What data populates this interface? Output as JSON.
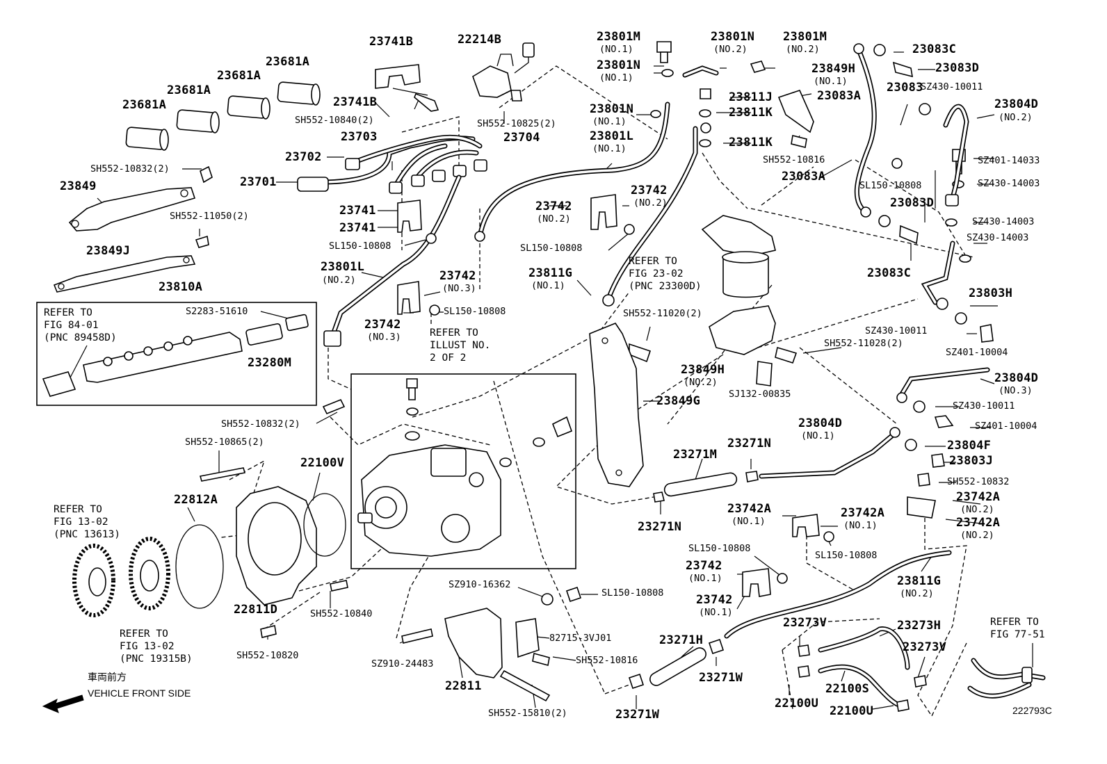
{
  "labels": {
    "p23681a_1": "23681A",
    "p23681a_2": "23681A",
    "p23681a_3": "23681A",
    "p23681a_4": "23681A",
    "p23741b_1": "23741B",
    "p23741b_2": "23741B",
    "p22214b": "22214B",
    "sh552_10840_2": "SH552-10840(2)",
    "sh552_10825_2": "SH552-10825(2)",
    "p23703": "23703",
    "p23704": "23704",
    "p23702": "23702",
    "p23701": "23701",
    "sh552_10832_2a": "SH552-10832(2)",
    "p23849": "23849",
    "sh552_11050_2": "SH552-11050(2)",
    "p23741_1": "23741",
    "p23741_2": "23741",
    "sl150_10808_a": "SL150-10808",
    "p23849j": "23849J",
    "p23810a": "23810A",
    "p23801l_no2": "23801L",
    "no2_a": "(NO.2)",
    "p23742_no3_a": "23742",
    "no3_a": "(NO.3)",
    "p23742_no3_b": "23742",
    "no3_b": "(NO.3)",
    "sl150_10808_b": "SL150-10808",
    "s2283_51610": "S2283-51610",
    "p23280m": "23280M",
    "p23801m_no1": "23801M",
    "no1_a": "(NO.1)",
    "p23801n_no2": "23801N",
    "no2_b": "(NO.2)",
    "p23801m_no2": "23801M",
    "no2_c": "(NO.2)",
    "p23801n_no1_a": "23801N",
    "no1_b": "(NO.1)",
    "p23801n_no1_b": "23801N",
    "no1_c": "(NO.1)",
    "p23801l_no1": "23801L",
    "no1_d": "(NO.1)",
    "p23811j": "23811J",
    "p23811k_1": "23811K",
    "p23811k_2": "23811K",
    "p23849h_no1": "23849H",
    "no1_e": "(NO.1)",
    "p23083a_1": "23083A",
    "p23083a_2": "23083A",
    "p23083c_1": "23083C",
    "p23083d_1": "23083D",
    "p23083": "23083",
    "sz430_10011_a": "SZ430-10011",
    "p23804d_no2": "23804D",
    "no2_d": "(NO.2)",
    "sh552_10816_a": "SH552-10816",
    "sz401_14033": "SZ401-14033",
    "sz430_14003_a": "SZ430-14003",
    "sl150_10808_c": "SL150-10808",
    "p23083d_2": "23083D",
    "sz430_14003_b": "SZ430-14003",
    "sz430_14003_c": "SZ430-14003",
    "p23083c_2": "23083C",
    "p23742_no2_a": "23742",
    "no2_e": "(NO.2)",
    "p23742_no2_b": "23742",
    "no2_f": "(NO.2)",
    "sl150_10808_d": "SL150-10808",
    "p23811g_no1": "23811G",
    "no1_f": "(NO.1)",
    "p23803h": "23803H",
    "sz430_10011_b": "SZ430-10011",
    "sz401_10004_a": "SZ401-10004",
    "sh552_11020_2": "SH552-11020(2)",
    "sh552_11028_2": "SH552-11028(2)",
    "p23849h_no2": "23849H",
    "no2_g": "(NO.2)",
    "sj132_00835": "SJ132-00835",
    "p23804d_no3": "23804D",
    "no3_c": "(NO.3)",
    "p23849g": "23849G",
    "sz430_10011_c": "SZ430-10011",
    "sz401_10004_b": "SZ401-10004",
    "p23804d_no1": "23804D",
    "no1_g": "(NO.1)",
    "p23271m": "23271M",
    "p23271n_1": "23271N",
    "p23271n_2": "23271N",
    "p23804f": "23804F",
    "p23803j": "23803J",
    "sh552_10832_b": "SH552-10832",
    "p23742a_no2_a": "23742A",
    "no2_h": "(NO.2)",
    "p23742a_no2_b": "23742A",
    "no2_i": "(NO.2)",
    "p23742a_no1_a": "23742A",
    "no1_h": "(NO.1)",
    "p23742a_no1_b": "23742A",
    "no1_i": "(NO.1)",
    "sl150_10808_e": "SL150-10808",
    "sl150_10808_f": "SL150-10808",
    "p23742_no1_a": "23742",
    "no1_j": "(NO.1)",
    "p23742_no1_b": "23742",
    "no1_k": "(NO.1)",
    "p23811g_no2": "23811G",
    "no2_j": "(NO.2)",
    "sh552_10832_2b": "SH552-10832(2)",
    "sh552_10865_2": "SH552-10865(2)",
    "p22100v": "22100V",
    "p22812a": "22812A",
    "p22811d": "22811D",
    "sh552_10840": "SH552-10840",
    "sh552_10820": "SH552-10820",
    "sz910_16362": "SZ910-16362",
    "sl150_10808_g": "SL150-10808",
    "p82715_3vj01": "82715-3VJ01",
    "sh552_10816_b": "SH552-10816",
    "sz910_24483": "SZ910-24483",
    "p22811": "22811",
    "sh552_15810_2": "SH552-15810(2)",
    "p23271h": "23271H",
    "p23271w_1": "23271W",
    "p23271w_2": "23271W",
    "p23273v_1": "23273V",
    "p23273v_2": "23273V",
    "p23273h": "23273H",
    "p22100s": "22100S",
    "p22100u_1": "22100U",
    "p22100u_2": "22100U"
  },
  "notes": {
    "refer_84_01": [
      "REFER TO",
      "FIG 84-01",
      "(PNC 89458D)"
    ],
    "refer_illust": [
      "REFER TO",
      "ILLUST NO.",
      "2 OF 2"
    ],
    "refer_23_02": [
      "REFER TO",
      "FIG 23-02",
      "(PNC 23300D)"
    ],
    "refer_13_02_a": [
      "REFER TO",
      "FIG 13-02",
      "(PNC 13613)"
    ],
    "refer_13_02_b": [
      "REFER TO",
      "FIG 13-02",
      "(PNC 19315B)"
    ],
    "refer_77_51": [
      "REFER TO",
      "FIG 77-51"
    ]
  },
  "front": {
    "jp": "車両前方",
    "en": "VEHICLE FRONT SIDE",
    "arrow_icon": "arrow-left-icon"
  },
  "illustration_code": "222793C"
}
